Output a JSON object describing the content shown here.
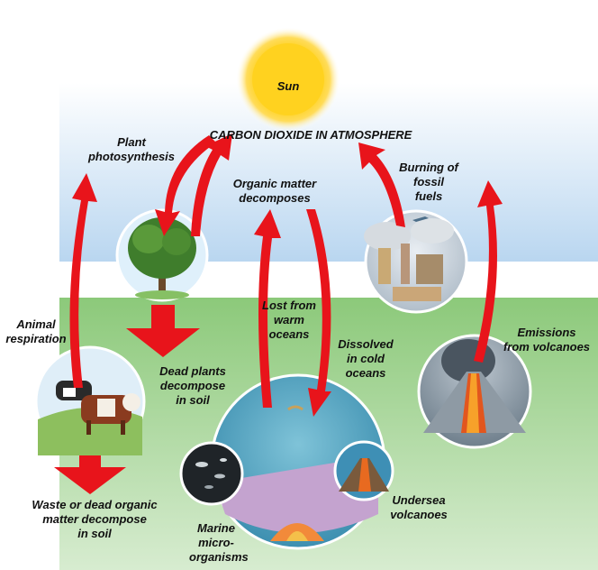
{
  "labels": {
    "sun": "Sun",
    "atmosphere": "CARBON DIOXIDE IN ATMOSPHERE",
    "plant_photosynthesis": "Plant\nphotosynthesis",
    "organic_matter": "Organic matter\ndecomposes",
    "burning_fossil": "Burning of\nfossil\nfuels",
    "animal_respiration": "Animal\nrespiration",
    "lost_warm": "Lost from\nwarm\noceans",
    "dissolved_cold": "Dissolved\nin cold\noceans",
    "emissions_volcanoes": "Emissions\nfrom volcanoes",
    "dead_plants": "Dead plants\ndecompose\nin soil",
    "waste_dead": "Waste or dead organic\nmatter decompose\nin soil",
    "marine": "Marine\nmicro-\norganisms",
    "undersea": "Undersea\nvolcanoes"
  },
  "colors": {
    "arrow": "#e8141b",
    "sky": "#cfe3f5",
    "ground": "#8cc97a",
    "sun": "#ffd21f"
  }
}
